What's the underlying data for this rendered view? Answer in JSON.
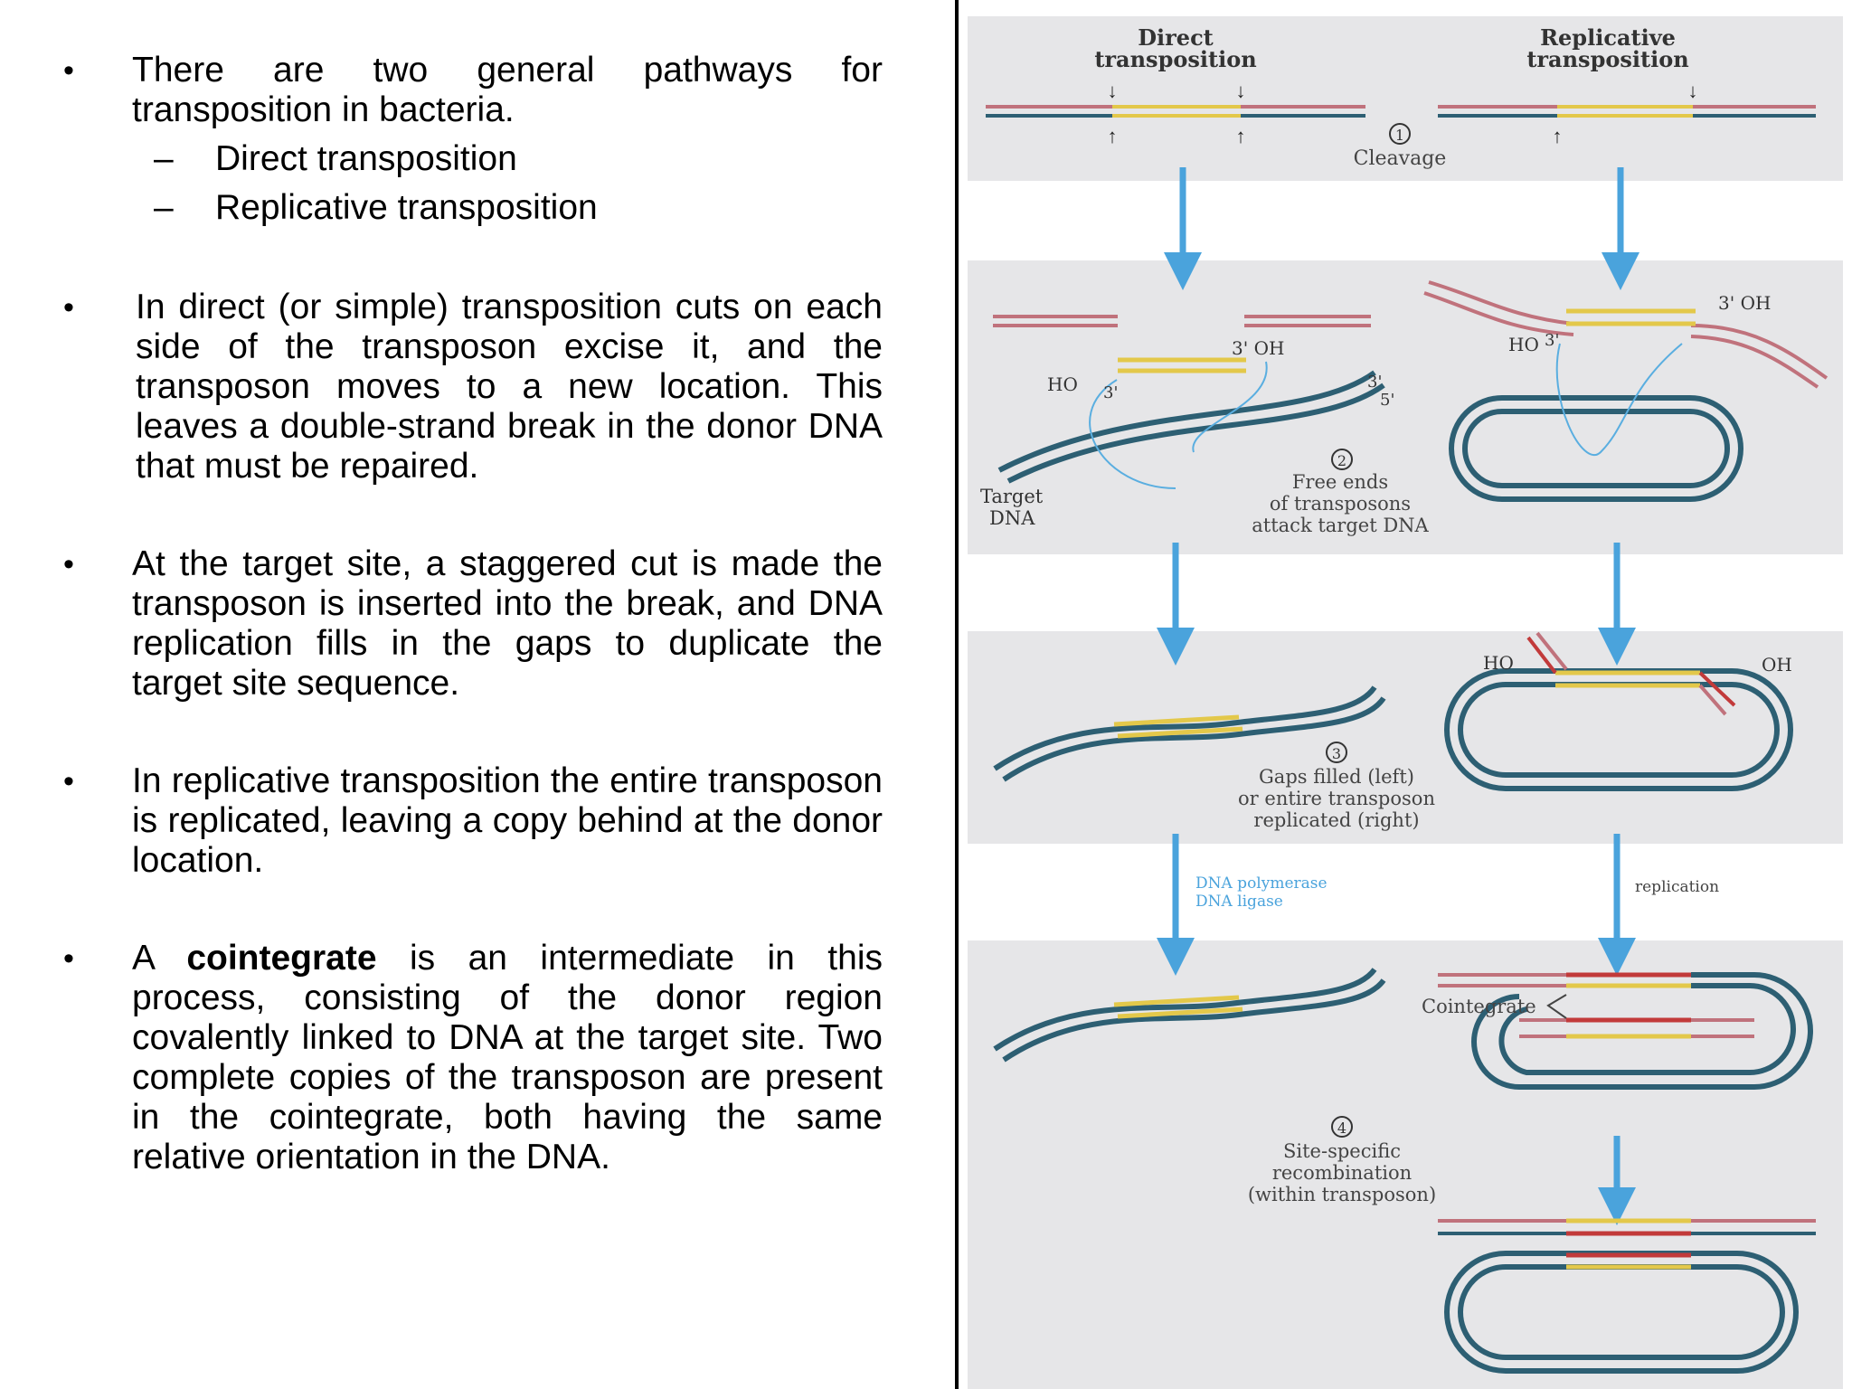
{
  "bullets": [
    {
      "text": "There are two general pathways for transposition in bacteria.",
      "sub": [
        "Direct  transposition",
        "Replicative transposition"
      ]
    },
    {
      "text": "In direct (or simple) transposition cuts on each side of the transposon excise it, and the transposon moves to a new location. This leaves a double-strand break in the donor DNA that must be repaired."
    },
    {
      "text": "At the target site, a staggered cut is made the transposon is inserted into the break, and DNA replication fills in the gaps to duplicate the target site sequence."
    },
    {
      "text": "In replicative transposition the entire transposon is replicated, leaving a copy behind at the donor location."
    },
    {
      "pre": "A ",
      "bold": "cointegrate",
      "post": " is an intermediate in this process, consisting of the donor region covalently linked to DNA at the target site. Two complete copies of the transposon are present in the cointegrate, both having the same relative orientation in the DNA."
    }
  ],
  "bullet_char": "•",
  "dash_char": "–",
  "diagram": {
    "header_left_1": "Direct",
    "header_left_2": "transposition",
    "header_right_1": "Replicative",
    "header_right_2": "transposition",
    "step1_num": "1",
    "step1_label": "Cleavage",
    "step2_num": "2",
    "step2_label_1": "Free ends",
    "step2_label_2": "of transposons",
    "step2_label_3": "attack target DNA",
    "target_dna_1": "Target",
    "target_dna_2": "DNA",
    "ho": "HO",
    "three_prime": "3'",
    "five_prime": "5'",
    "three_oh": "3' OH",
    "oh": "OH",
    "step3_num": "3",
    "step3_label_1": "Gaps filled (left)",
    "step3_label_2": "or entire transposon",
    "step3_label_3": "replicated (right)",
    "enzyme_1": "DNA polymerase",
    "enzyme_2": "DNA ligase",
    "replication": "replication",
    "cointegrate": "Cointegrate",
    "step4_num": "4",
    "step4_label_1": "Site-specific",
    "step4_label_2": "recombination",
    "step4_label_3": "(within transposon)"
  },
  "colors": {
    "panel": "#e6e6e8",
    "arrow": "#4aa3dc",
    "target_dna": "#2d5f73",
    "donor_dna": "#c0727c",
    "transposon": "#e3c84a",
    "transposon_red": "#c23a3a",
    "attack_line": "#5aaee0"
  }
}
